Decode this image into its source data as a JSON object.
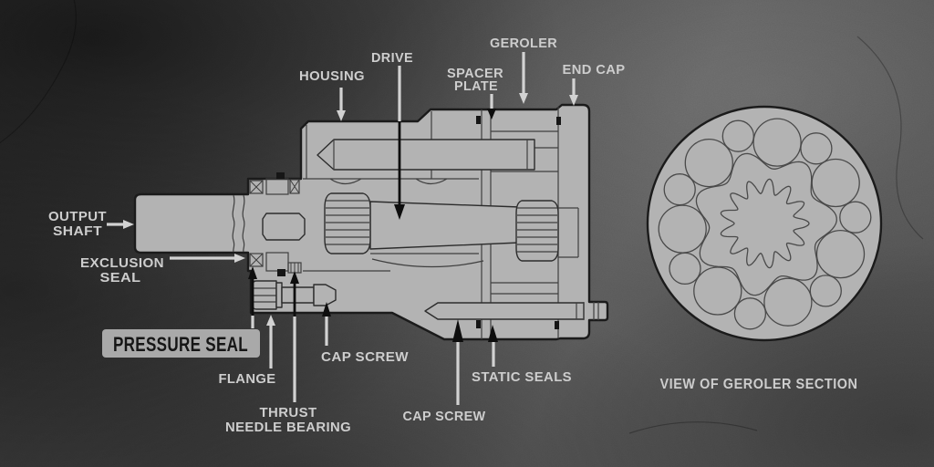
{
  "diagram": {
    "subject": "hydraulic geroler motor cutaway",
    "caption": "VIEW OF GEROLER SECTION"
  },
  "labels": {
    "housing": "HOUSING",
    "drive": "DRIVE",
    "spacer_plate_line1": "SPACER",
    "spacer_plate_line2": "PLATE",
    "geroler": "GEROLER",
    "end_cap": "END CAP",
    "output_shaft_line1": "OUTPUT",
    "output_shaft_line2": "SHAFT",
    "exclusion_seal_line1": "EXCLUSION",
    "exclusion_seal_line2": "SEAL",
    "pressure_seal": "PRESSURE SEAL",
    "flange": "FLANGE",
    "thrust_needle_bearing_line1": "THRUST",
    "thrust_needle_bearing_line2": "NEEDLE BEARING",
    "cap_screw_upper": "CAP SCREW",
    "cap_screw_lower": "CAP SCREW",
    "static_seals": "STATIC SEALS"
  },
  "colors": {
    "label_text": "#cdcdcd",
    "arrow_light": "#d2d2d2",
    "arrow_dark": "#0e0e0e",
    "drawing_fill": "#b3b3b3",
    "drawing_outline": "#1b1b1b",
    "highlight_box_fill": "#a9a9a9",
    "highlight_box_text": "#161616",
    "background_base": "#474747"
  }
}
